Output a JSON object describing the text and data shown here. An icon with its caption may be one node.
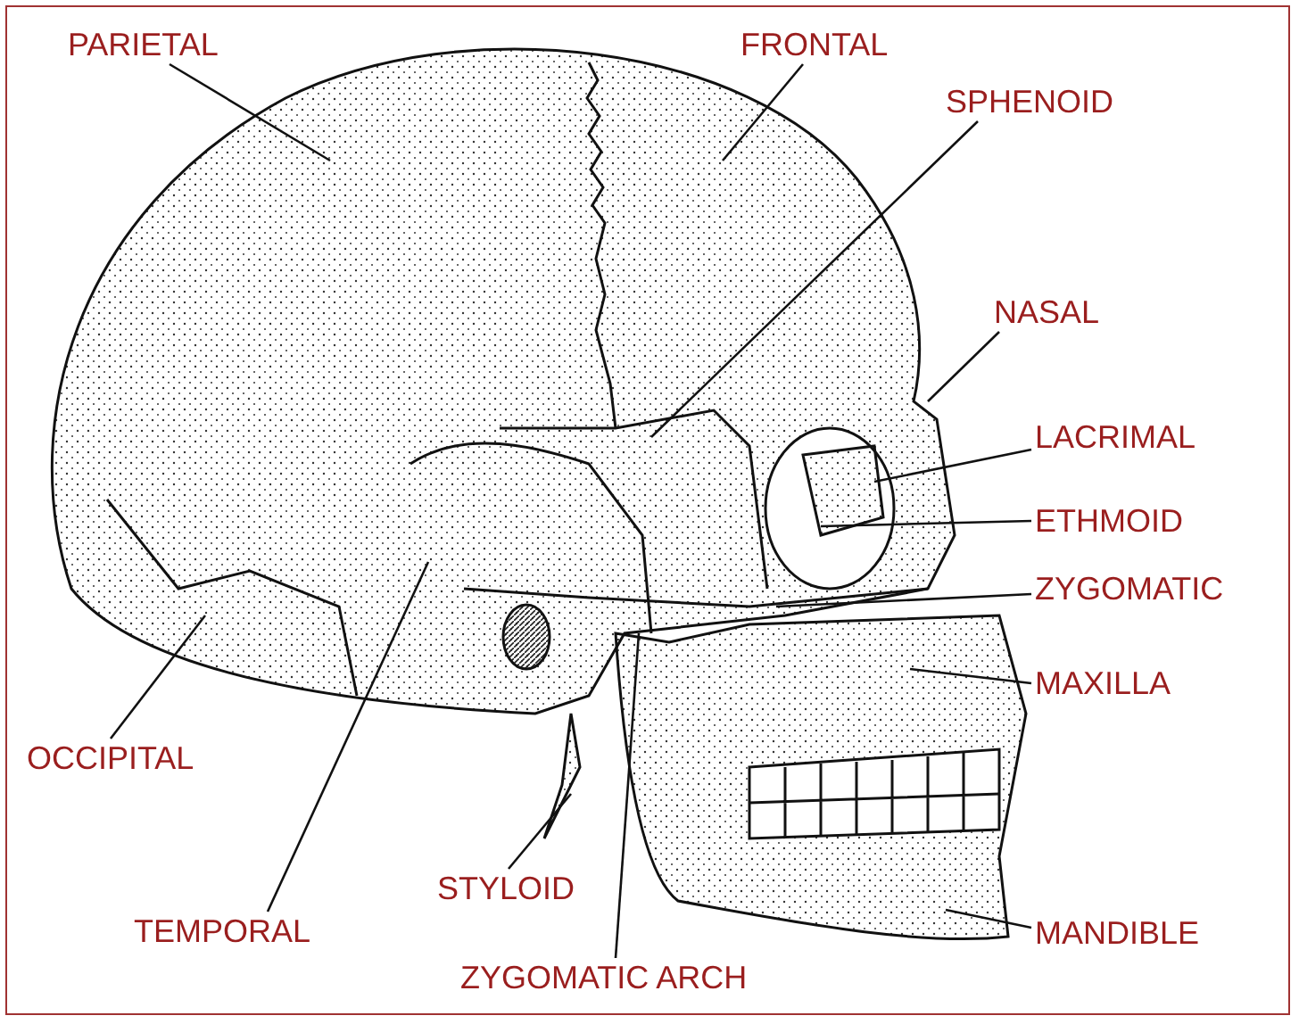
{
  "diagram": {
    "nodes": [
      {
        "text": [
          "PARIETAL"
        ]
      },
      {
        "text": [
          "FRONTAL"
        ]
      },
      {
        "text": [
          "SPHENOID"
        ]
      },
      {
        "text": [
          "NASAL"
        ]
      },
      {
        "text": [
          "LACRIMAL"
        ]
      },
      {
        "text": [
          "ETHMOID"
        ]
      },
      {
        "text": [
          "ZYGOMATIC"
        ]
      },
      {
        "text": [
          "MAXILLA"
        ]
      },
      {
        "text": [
          "OCCIPITAL"
        ]
      },
      {
        "text": [
          "STYLOID"
        ]
      },
      {
        "text": [
          "MANDIBLE"
        ]
      },
      {
        "text": [
          "TEMPORAL"
        ]
      },
      {
        "text": [
          "ZYGOMATIC ARCH"
        ]
      }
    ],
    "edges": [
      {
        "from": 0,
        "to": null,
        "arrow": "none"
      },
      {
        "from": 1,
        "to": null,
        "arrow": "none"
      },
      {
        "from": 2,
        "to": null,
        "arrow": "none"
      },
      {
        "from": 3,
        "to": null,
        "arrow": "none"
      },
      {
        "from": 4,
        "to": null,
        "arrow": "none"
      },
      {
        "from": 5,
        "to": null,
        "arrow": "none"
      },
      {
        "from": 6,
        "to": null,
        "arrow": "none"
      },
      {
        "from": 7,
        "to": null,
        "arrow": "none"
      },
      {
        "from": 8,
        "to": null,
        "arrow": "none"
      },
      {
        "from": 9,
        "to": null,
        "arrow": "none"
      },
      {
        "from": 10,
        "to": null,
        "arrow": "none"
      },
      {
        "from": 11,
        "to": null,
        "arrow": "none"
      },
      {
        "from": 12,
        "to": null,
        "arrow": "none"
      }
    ]
  }
}
